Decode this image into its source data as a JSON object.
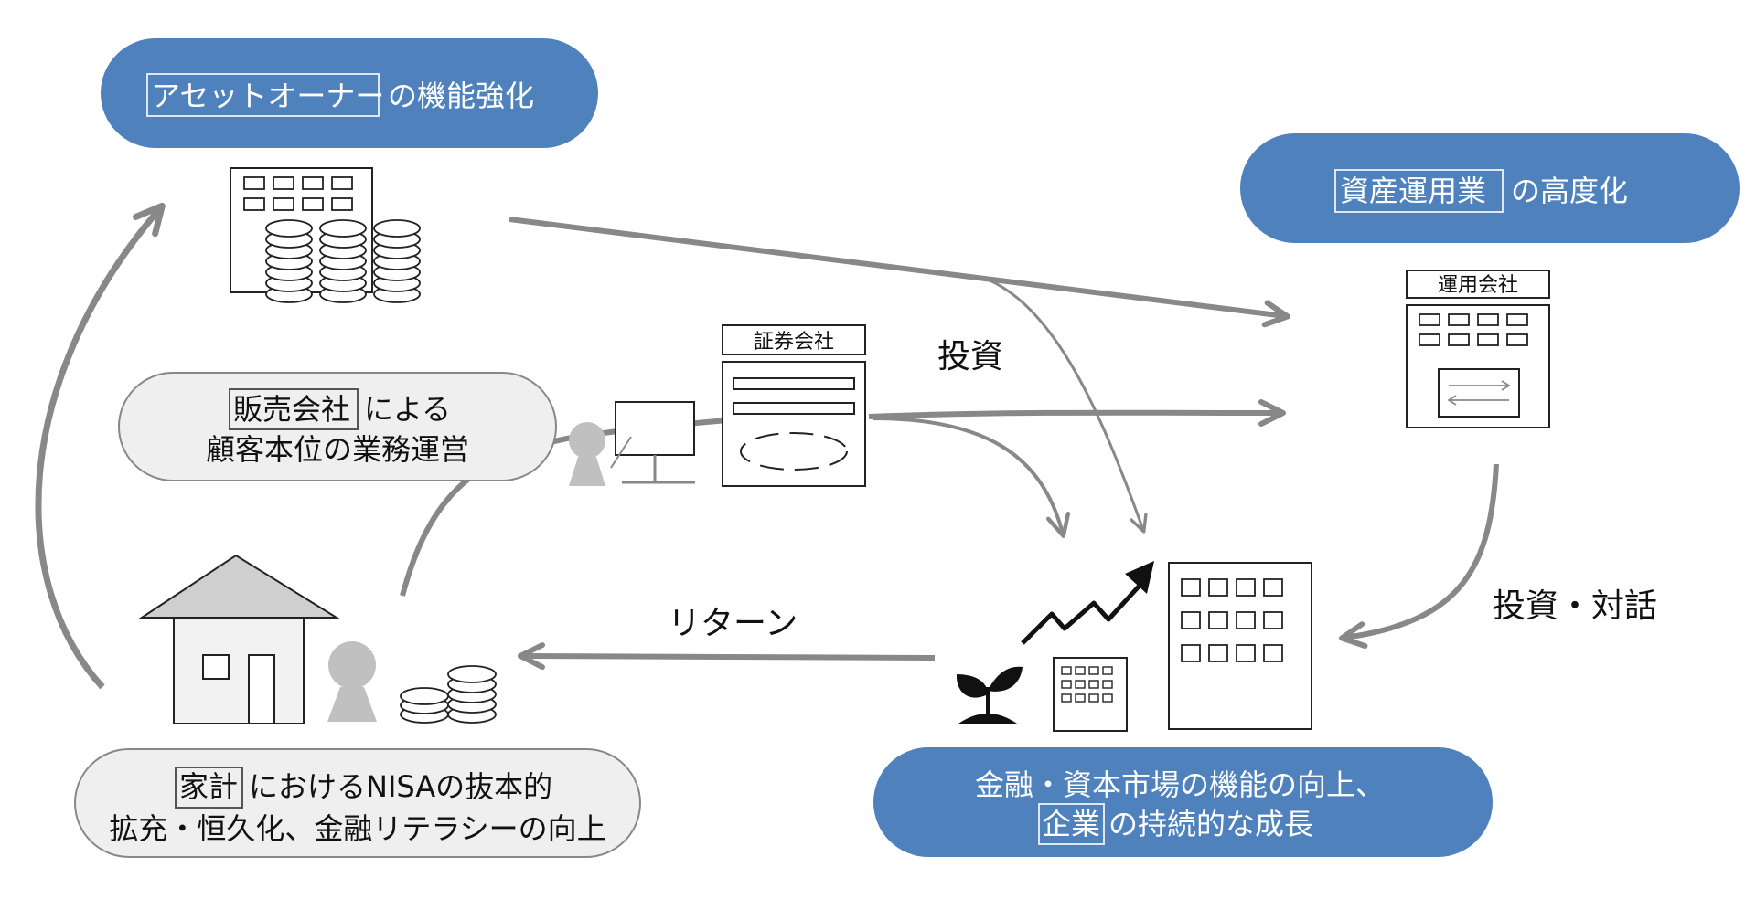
{
  "colors": {
    "accent_blue": "#4f81bd",
    "pill_gray_fill": "#efefef",
    "pill_gray_stroke": "#888888",
    "arrow_gray": "#888888",
    "person_gray": "#c0c0c0"
  },
  "pills": {
    "asset_owner": {
      "highlight": "アセットオーナー",
      "rest": "の機能強化"
    },
    "asset_mgmt": {
      "highlight": "資産運用業",
      "rest": "の高度化"
    },
    "sales": {
      "highlight": "販売会社",
      "rest": "による",
      "line2": "顧客本位の業務運営"
    },
    "household": {
      "highlight": "家計",
      "rest": "におけるNISAの抜本的",
      "line2": "拡充・恒久化、金融リテラシーの向上"
    },
    "market": {
      "line1": "金融・資本市場の機能の向上、",
      "highlight": "企業",
      "rest": "の持続的な成長"
    }
  },
  "labels": {
    "invest": "投資",
    "invest_dialogue": "投資・対話",
    "return": "リターン"
  },
  "buildings": {
    "securities": "証券会社",
    "asset_manager": "運用会社"
  },
  "icons": {
    "asset_owner": "office-building-with-coins-icon",
    "securities": "securities-firm-building-icon",
    "asset_manager": "asset-management-firm-building-icon",
    "sales_person": "salesperson-at-desk-icon",
    "house": "house-icon",
    "household_person": "person-icon",
    "household_coins": "coin-stack-icon",
    "sprout": "sprout-icon",
    "growth_arrow": "growth-arrow-icon",
    "small_company": "small-company-building-icon",
    "large_company": "large-company-building-icon"
  }
}
